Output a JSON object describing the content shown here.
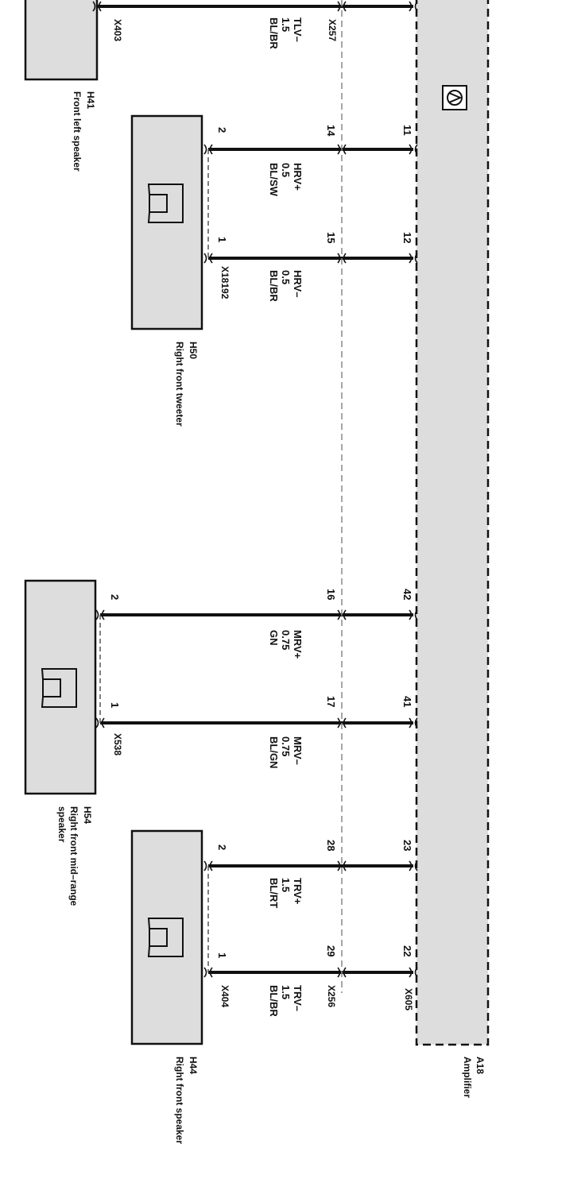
{
  "colors": {
    "component_fill": "#dddddd",
    "line": "#111111",
    "shield_dash": "#888888"
  },
  "amplifier": {
    "id": "A18",
    "name": "Amplifier",
    "connector": "X605",
    "icon": "amplifier-symbol-icon"
  },
  "front_left_speaker": {
    "id": "H41",
    "name": "Front left speaker",
    "connector": "X403",
    "wire": {
      "signal": "TLV–",
      "gauge": "1.5",
      "color": "BL/BR"
    },
    "inline_connector": "X257"
  },
  "right_front_tweeter": {
    "id": "H50",
    "name": "Right front tweeter",
    "connector": "X18192",
    "icon": "speaker-icon",
    "pins": [
      {
        "amp_pin": "11",
        "inline_pin": "14",
        "speaker_pin": "2",
        "signal": "HRV+",
        "gauge": "0.5",
        "color": "BL/SW"
      },
      {
        "amp_pin": "12",
        "inline_pin": "15",
        "speaker_pin": "1",
        "signal": "HRV–",
        "gauge": "0.5",
        "color": "BL/BR"
      }
    ]
  },
  "right_front_midrange": {
    "id": "H54",
    "name_lines": [
      "Right front mid–range",
      "speaker"
    ],
    "connector": "X538",
    "icon": "speaker-icon",
    "pins": [
      {
        "amp_pin": "42",
        "inline_pin": "16",
        "speaker_pin": "2",
        "signal": "MRV+",
        "gauge": "0.75",
        "color": "GN"
      },
      {
        "amp_pin": "41",
        "inline_pin": "17",
        "speaker_pin": "1",
        "signal": "MRV–",
        "gauge": "0.75",
        "color": "BL/GN"
      }
    ]
  },
  "right_front_speaker": {
    "id": "H44",
    "name": "Right front speaker",
    "connector": "X404",
    "inline_connector": "X256",
    "icon": "speaker-icon",
    "pins": [
      {
        "amp_pin": "23",
        "inline_pin": "28",
        "speaker_pin": "2",
        "signal": "TRV+",
        "gauge": "1.5",
        "color": "BL/RT"
      },
      {
        "amp_pin": "22",
        "inline_pin": "29",
        "speaker_pin": "1",
        "signal": "TRV–",
        "gauge": "1.5",
        "color": "BL/BR"
      }
    ]
  }
}
